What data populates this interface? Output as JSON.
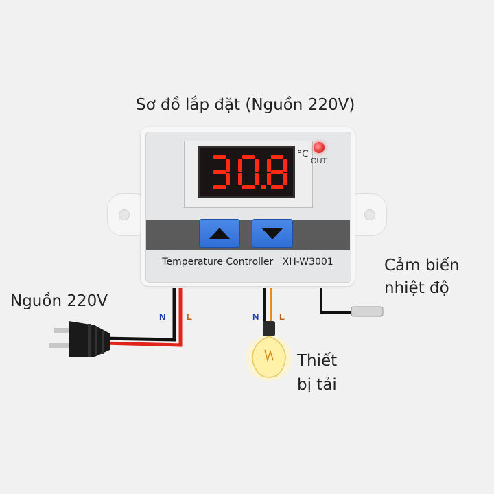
{
  "title": "Sơ đồ lắp đặt (Nguồn 220V)",
  "power_label": "Nguồn 220V",
  "sensor_label": {
    "line1": "Cảm biến",
    "line2": "nhiệt độ"
  },
  "load_label": {
    "line1": "Thiết",
    "line2": "bị tải"
  },
  "controller": {
    "display_value": "30.8",
    "unit": "°C",
    "out_indicator": "OUT",
    "name": "Temperature Controller",
    "model": "XH-W3001",
    "buttons": [
      "up",
      "down"
    ]
  },
  "terminals": {
    "power": {
      "neutral": "N",
      "live": "L"
    },
    "load": {
      "neutral": "N",
      "live": "L"
    }
  },
  "colors": {
    "background": "#f1f1f1",
    "display_digits": "#ff2a14",
    "buttons": "#2f6fd6",
    "button_strip": "#5b5b5b",
    "neutral_letter": "#1f3fb5",
    "live_letter": "#b5651d",
    "wire_red": "#e0241b",
    "wire_black": "#111111",
    "wire_orange": "#f08a1a",
    "led": "#e53030"
  }
}
